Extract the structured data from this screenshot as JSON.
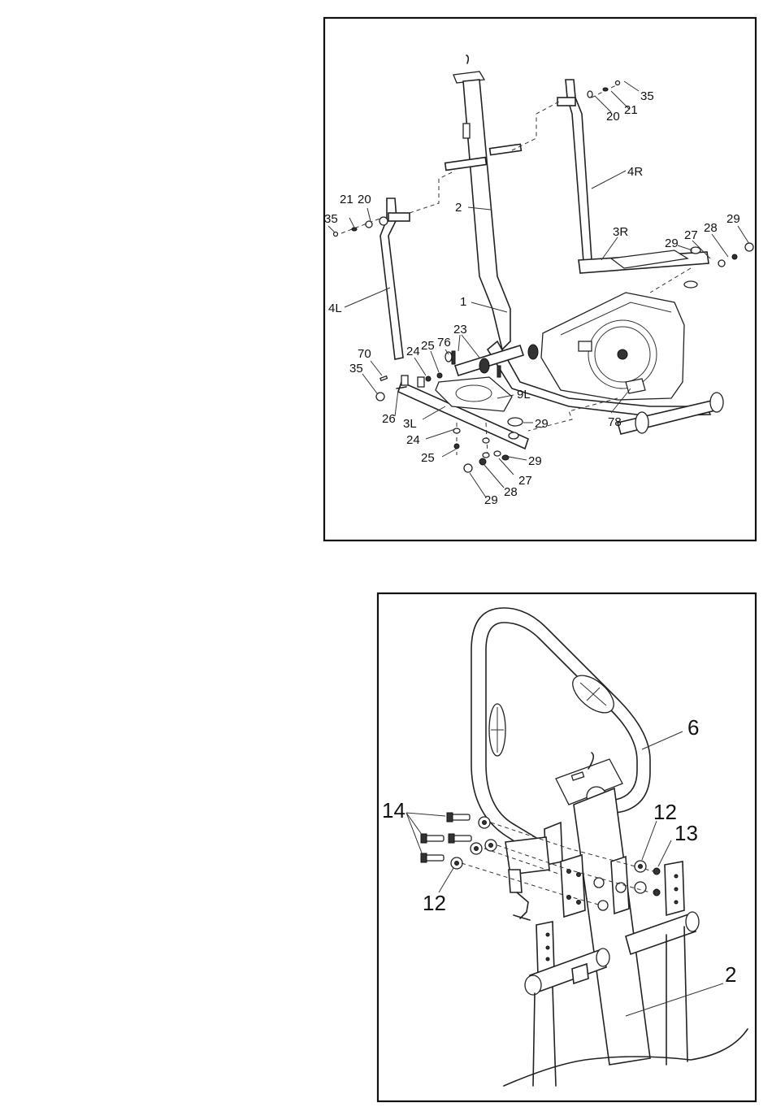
{
  "figure1": {
    "labels": {
      "p35_top": "35",
      "p21_top": "21",
      "p20_top": "20",
      "p4R": "4R",
      "p2": "2",
      "p21_left": "21",
      "p20_left": "20",
      "p35_left": "35",
      "p3R": "3R",
      "p29_a": "29",
      "p27_a": "27",
      "p28_a": "28",
      "p29_b": "29",
      "p4L": "4L",
      "p1": "1",
      "p23": "23",
      "p70": "70",
      "p24_a": "24",
      "p25_a": "25",
      "p76": "76",
      "p35_b": "35",
      "p9L": "9L",
      "p26": "26",
      "p3L": "3L",
      "p29_c": "29",
      "p78": "78",
      "p24_b": "24",
      "p25_b": "25",
      "p29_d": "29",
      "p27_b": "27",
      "p28_b": "28",
      "p29_e": "29"
    }
  },
  "figure2": {
    "labels": {
      "p6": "6",
      "p14": "14",
      "p12_a": "12",
      "p13": "13",
      "p12_b": "12",
      "p2": "2"
    }
  }
}
